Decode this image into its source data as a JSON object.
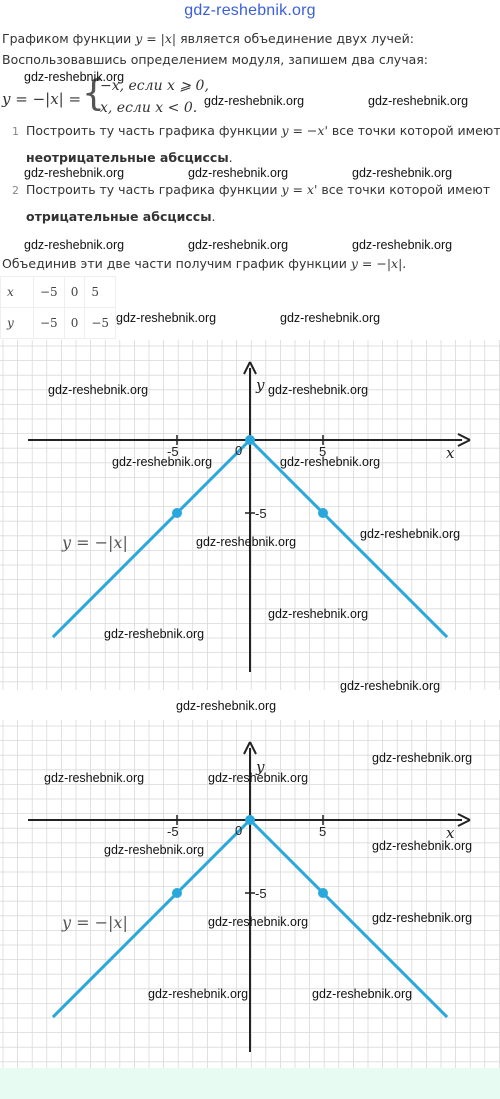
{
  "site_title": "gdz-reshebnik.org",
  "watermark": "gdz-reshebnik.org",
  "text": {
    "line1_before": "Графиком функции",
    "line1_math": "y = |x|",
    "line1_after": "является объединение двух лучей:",
    "line2": "Воспользовавшись определением модуля, запишем два случая:",
    "formula_lhs": "y = −|x| =",
    "case1": "−x,  если x ⩾ 0,",
    "case2": "x,  если x  <  0.",
    "step1_num": "1",
    "step1_before": "Построить ту часть графика функции",
    "step1_math": "y = −x'",
    "step1_after": "все точки которой имеют",
    "step1_bold": "неотрицательные абсциссы",
    "step1_dot": ".",
    "step2_num": "2",
    "step2_before": "Построить ту часть графика функции",
    "step2_math": "y = x'",
    "step2_after": "все точки которой имеют",
    "step2_bold": "отрицательные абсциссы",
    "step2_dot": ".",
    "combine_before": "Объединив эти две части получим график функции",
    "combine_math": "y = −|x|",
    "combine_dot": "."
  },
  "value_table": {
    "rows": [
      {
        "header": "x",
        "values": [
          "−5",
          "0",
          "5"
        ]
      },
      {
        "header": "y",
        "values": [
          "−5",
          "0",
          "−5"
        ]
      }
    ]
  },
  "graph_labels": {
    "x_axis": "x",
    "y_axis": "y",
    "origin": "0",
    "tick_neg5": "-5",
    "tick_pos5": "5",
    "tick_y_neg5": "-5",
    "function_label": "y = −|x|"
  },
  "chart_data": {
    "type": "line",
    "series": [
      {
        "values_x": [
          -13.5,
          0,
          13.5
        ],
        "values_y": [
          -13.5,
          0,
          -13.5
        ]
      }
    ],
    "highlighted_points": [
      [
        -5,
        -5
      ],
      [
        0,
        0
      ],
      [
        5,
        -5
      ]
    ],
    "xticks": [
      -5,
      0,
      5
    ],
    "yticks": [
      -5
    ],
    "grid": true,
    "color": "#2aa7dc"
  },
  "colors": {
    "curve": "#2aa7dc",
    "grid": "#d9d9d9",
    "axis": "#222222",
    "bottom_band": "#e8fbf2"
  }
}
